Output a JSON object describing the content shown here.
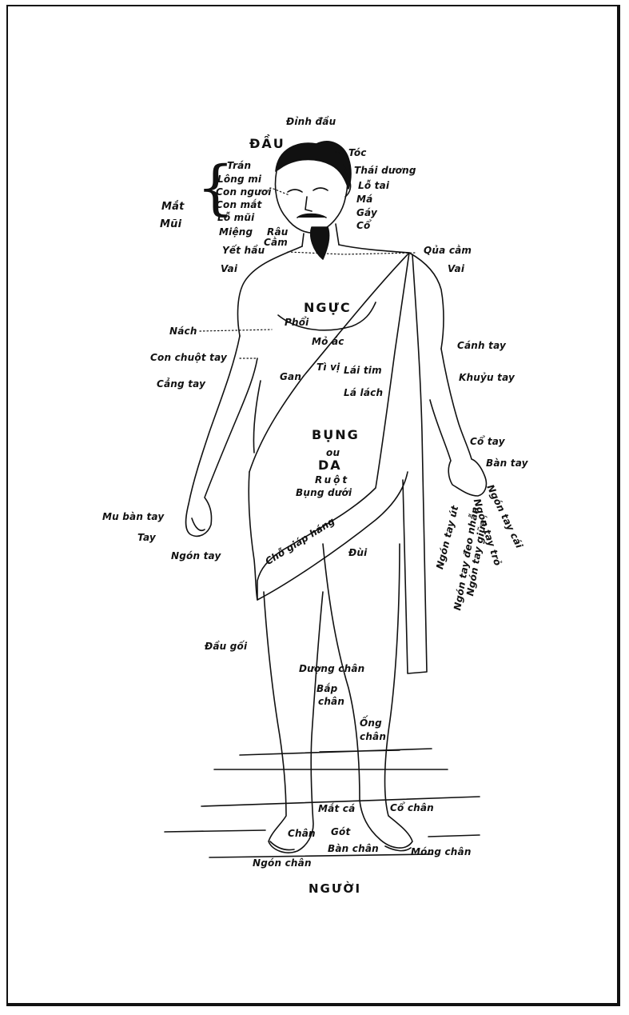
{
  "title": "NGƯỜI",
  "labels": {
    "dinh_dau": "Đỉnh đầu",
    "dau": "ĐẦU",
    "toc": "Tóc",
    "tran": "Trán",
    "long_mi": "Lông mi",
    "con_nguoi": "Con ngươi",
    "con_mat": "Con mắt",
    "lo_mui": "Lỗ mũi",
    "mieng": "Miệng",
    "rau": "Râu",
    "cam": "Cằm",
    "mat": "Mắt",
    "mui": "Mũi",
    "thai_duong": "Thái dương",
    "lo_tai": "Lỗ tai",
    "ma": "Má",
    "gay": "Gáy",
    "co": "Cổ",
    "yet_hau": "Yết hầu",
    "qua_cam": "Qủa cằm",
    "vai_left": "Vai",
    "vai_right": "Vai",
    "nguc": "NGỰC",
    "phoi": "Phổi",
    "nach": "Nách",
    "mo_ac": "Mỏ ác",
    "con_chuot_tay": "Con chuột tay",
    "ti_vi": "Tì vị",
    "gan": "Gan",
    "lai_tim": "Lái tim",
    "la_lach": "Lá lách",
    "cang_tay": "Cẳng tay",
    "canh_tay": "Cánh tay",
    "khuyu_tay": "Khuỷu tay",
    "bung": "BỤNG",
    "ou": "ou",
    "da": "DA",
    "ruot": "Ruột",
    "bung_duoi": "Bụng dưới",
    "cho_giap_hang": "Chỗ giáp háng",
    "co_tay": "Cổ tay",
    "ban_tay": "Bàn tay",
    "ngon_tay_cai": "Ngón tay cái",
    "ngon_tay_tro": "Ngón tay trỏ",
    "ngon_tay_giua": "Ngón tay giữa",
    "ngon_tay_deo_nhan": "Ngón tay đeo nhẫn",
    "ngon_tay_ut": "Ngón tay út",
    "mu_ban_tay": "Mu bàn tay",
    "tay": "Tay",
    "ngon_tay": "Ngón tay",
    "dui": "Đùi",
    "dau_goi": "Đầu gối",
    "duong_chan": "Dượng chân",
    "bap_chan_1": "Bắp",
    "bap_chan_2": "chân",
    "ong_chan_1": "Ống",
    "ong_chan_2": "chân",
    "mat_ca": "Mắt cá",
    "co_chan": "Cổ chân",
    "chan": "Chân",
    "got": "Gót",
    "ban_chan": "Bàn chân",
    "mong_chan": "Móng chân",
    "ngon_chan": "Ngón chân"
  }
}
